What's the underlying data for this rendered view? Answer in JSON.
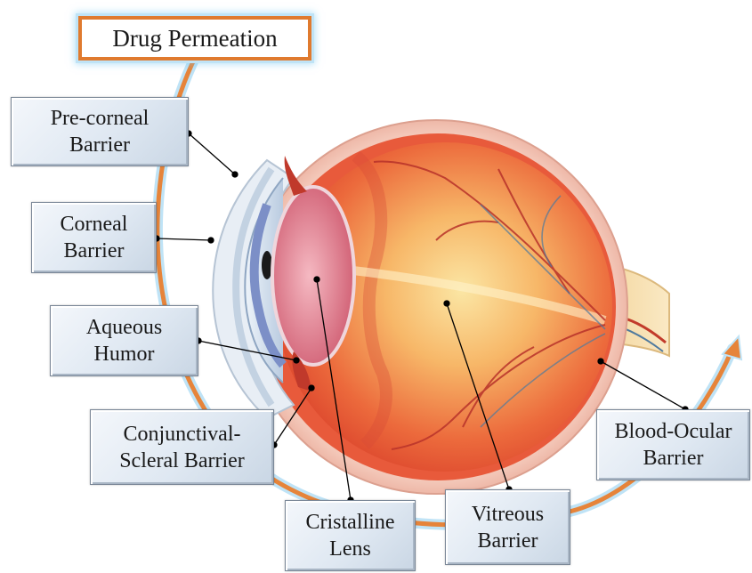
{
  "title": "Drug Permeation",
  "labels": {
    "precorneal": "Pre-corneal\nBarrier",
    "corneal": "Corneal\nBarrier",
    "aqueous": "Aqueous\nHumor",
    "conjunctival": "Conjunctival-\nScleral Barrier",
    "lens": "Cristalline\nLens",
    "vitreous": "Vitreous\nBarrier",
    "blood_ocular": "Blood-Ocular\nBarrier"
  },
  "colors": {
    "arrow": "#e6843a",
    "arrow_glow": "#bfe3f6",
    "sclera": "#f0b7a6",
    "retina": "#e8523a",
    "vitreous": "#f6b86a",
    "optic_nerve": "#f2d7a0",
    "cornea": "#d7e4f2",
    "iris": "#7c8fc7",
    "lens": "#e89aa8"
  }
}
